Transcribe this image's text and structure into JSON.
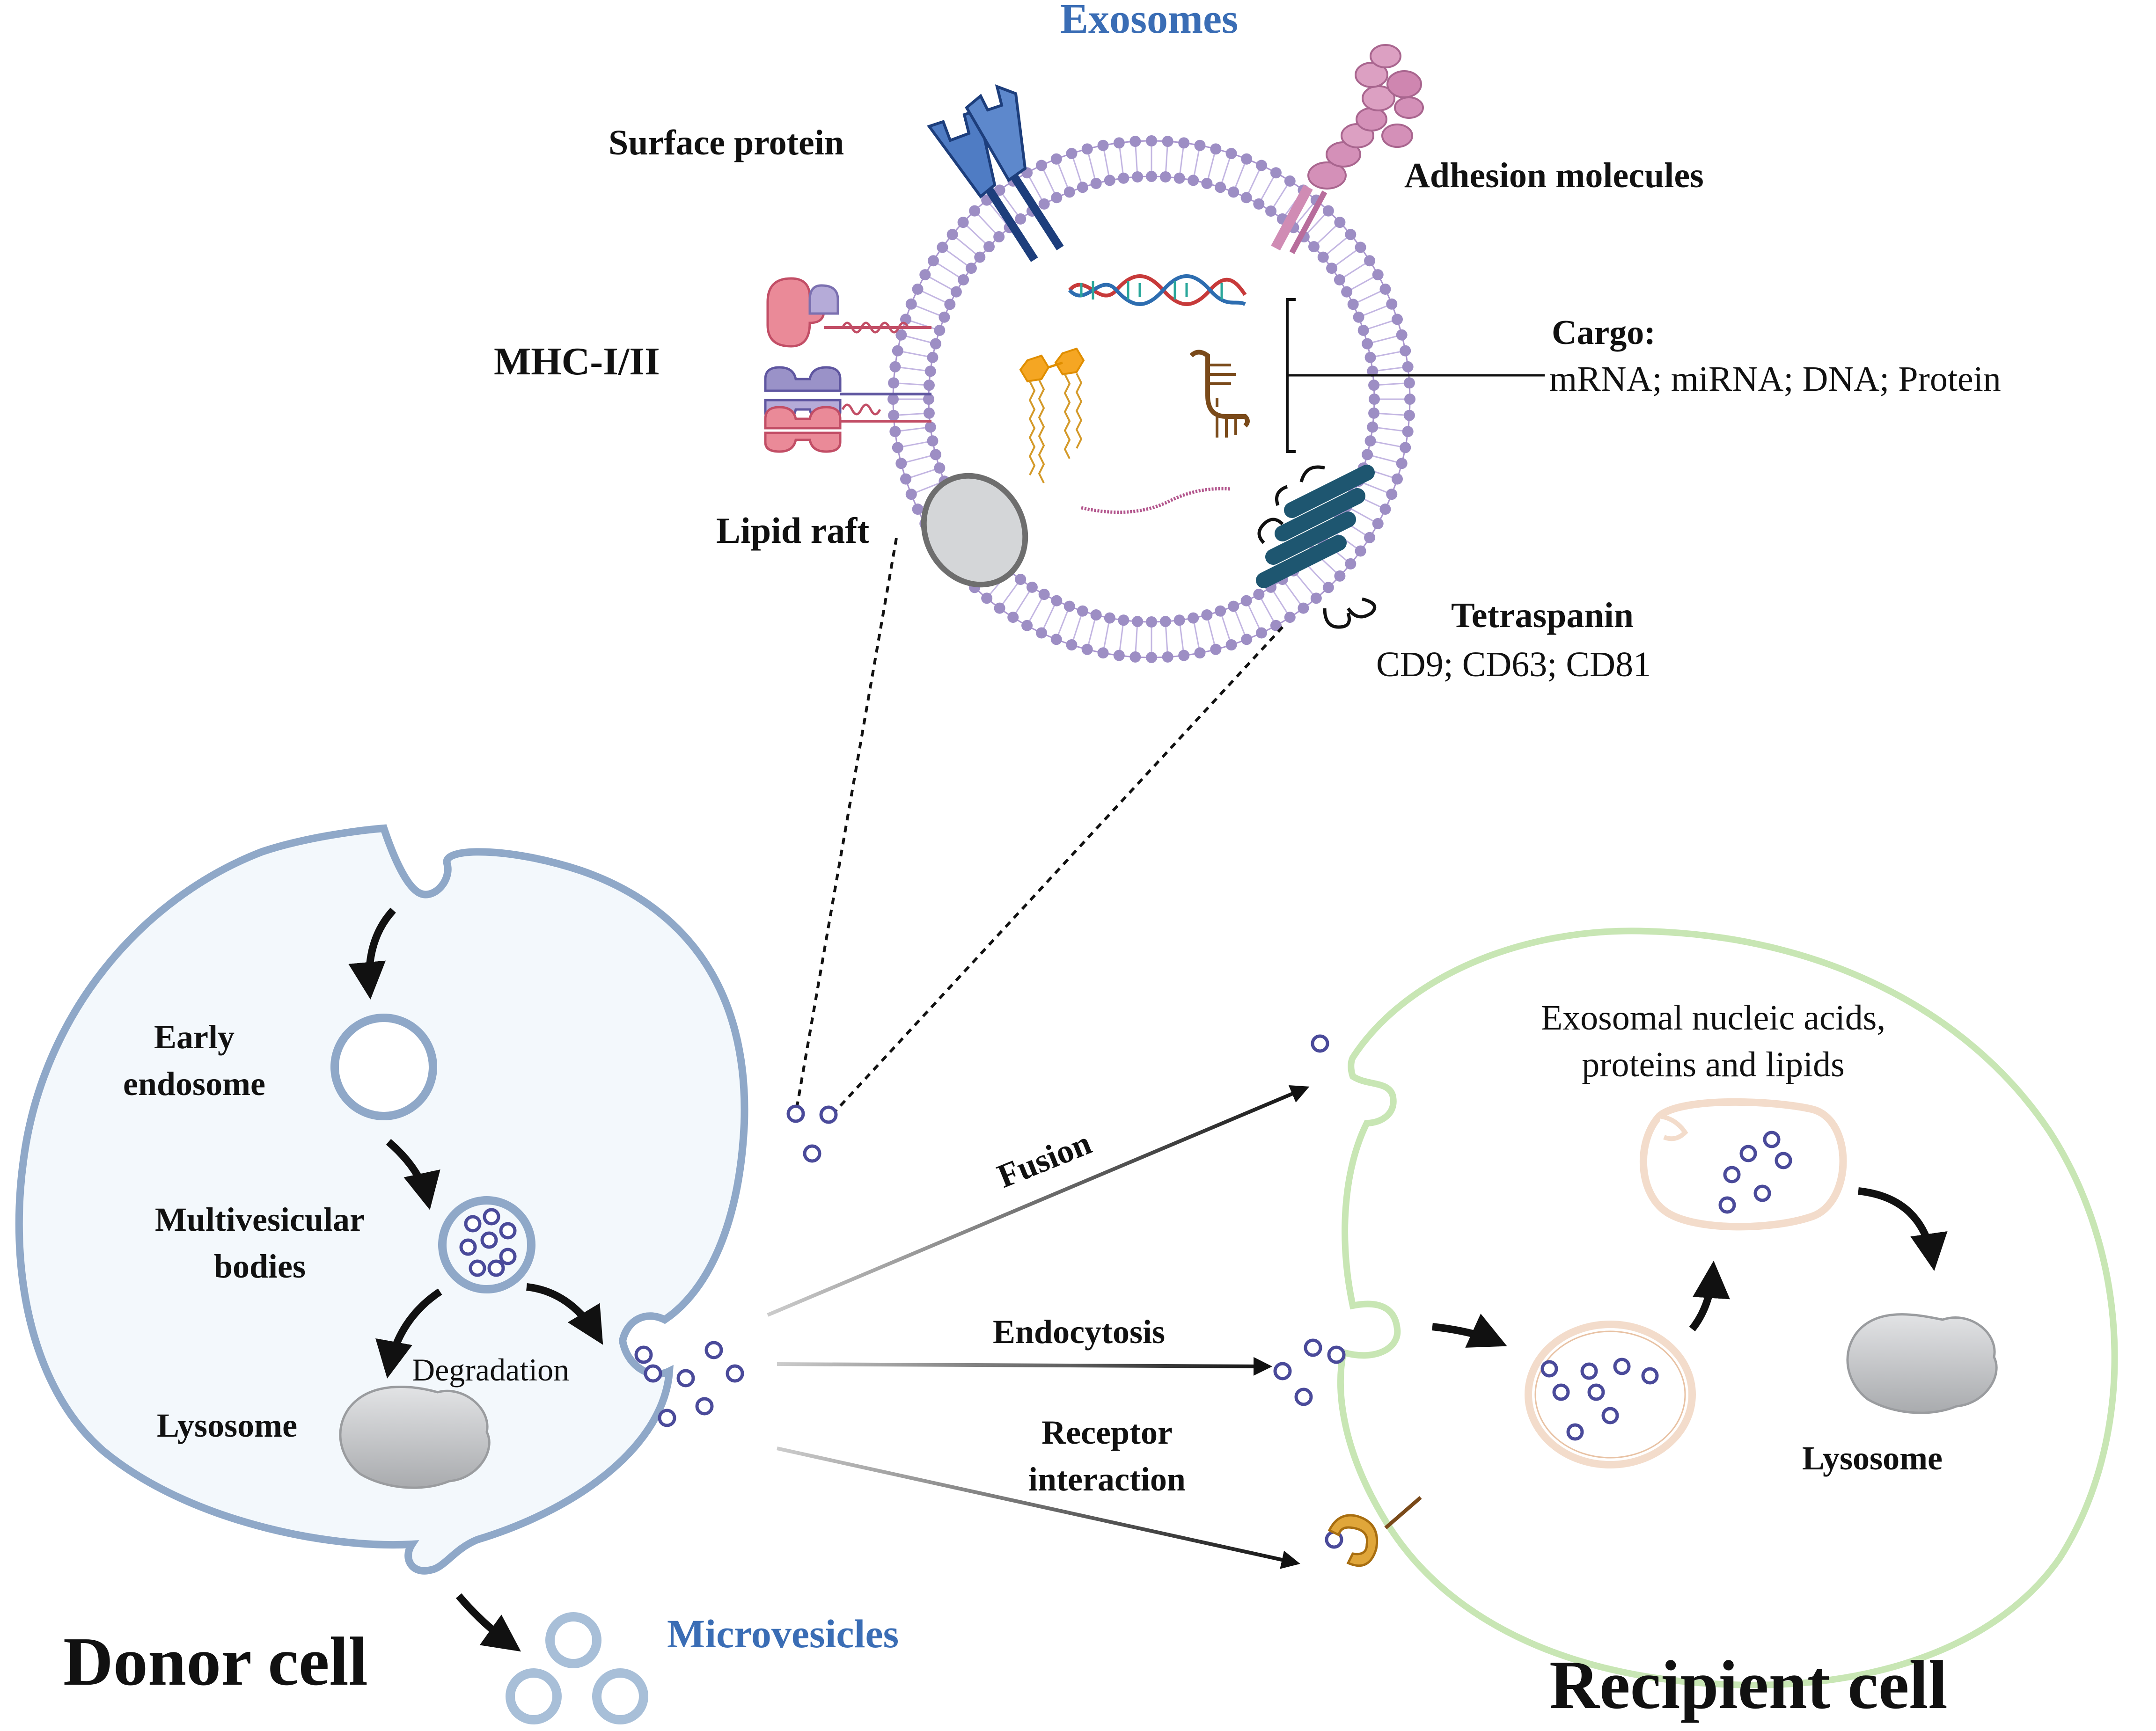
{
  "exosome": {
    "title": "Exosomes",
    "labels": {
      "surface_protein": "Surface protein",
      "adhesion_molecules": "Adhesion molecules",
      "mhc": "MHC-I/II",
      "cargo_title": "Cargo:",
      "cargo_items": "mRNA; miRNA; DNA; Protein",
      "lipid_raft": "Lipid raft",
      "tetraspanin_title": "Tetraspanin",
      "tetraspanin_items": "CD9; CD63; CD81"
    }
  },
  "donor": {
    "title": "Donor cell",
    "labels": {
      "early_endosome_1": "Early",
      "early_endosome_2": "endosome",
      "mvb_1": "Multivesicular",
      "mvb_2": "bodies",
      "degradation": "Degradation",
      "lysosome": "Lysosome",
      "microvesicles": "Microvesicles"
    }
  },
  "pathways": {
    "fusion": "Fusion",
    "endocytosis": "Endocytosis",
    "receptor_1": "Receptor",
    "receptor_2": "interaction"
  },
  "recipient": {
    "title": "Recipient cell",
    "labels": {
      "cargo_1": "Exosomal nucleic acids,",
      "cargo_2": "proteins and  lipids",
      "lysosome": "Lysosome"
    }
  },
  "colors": {
    "blue_label": "#3a6db5",
    "donor_membrane": "#8fa8c8",
    "donor_fill": "#f3f8fc",
    "recipient_membrane": "#c8e6b4",
    "vesicle_dot": "#4a4a9a",
    "lipid_head": "#9d8ec4",
    "tetraspanin": "#1e5670",
    "surface_protein": "#4f7cc4",
    "adhesion": "#d08cb4",
    "mhc_pink": "#ea8a98",
    "mhc_purple": "#9a92c8",
    "lysosome": "#c4c6c9",
    "endosome_ring": "#f3dccb"
  }
}
